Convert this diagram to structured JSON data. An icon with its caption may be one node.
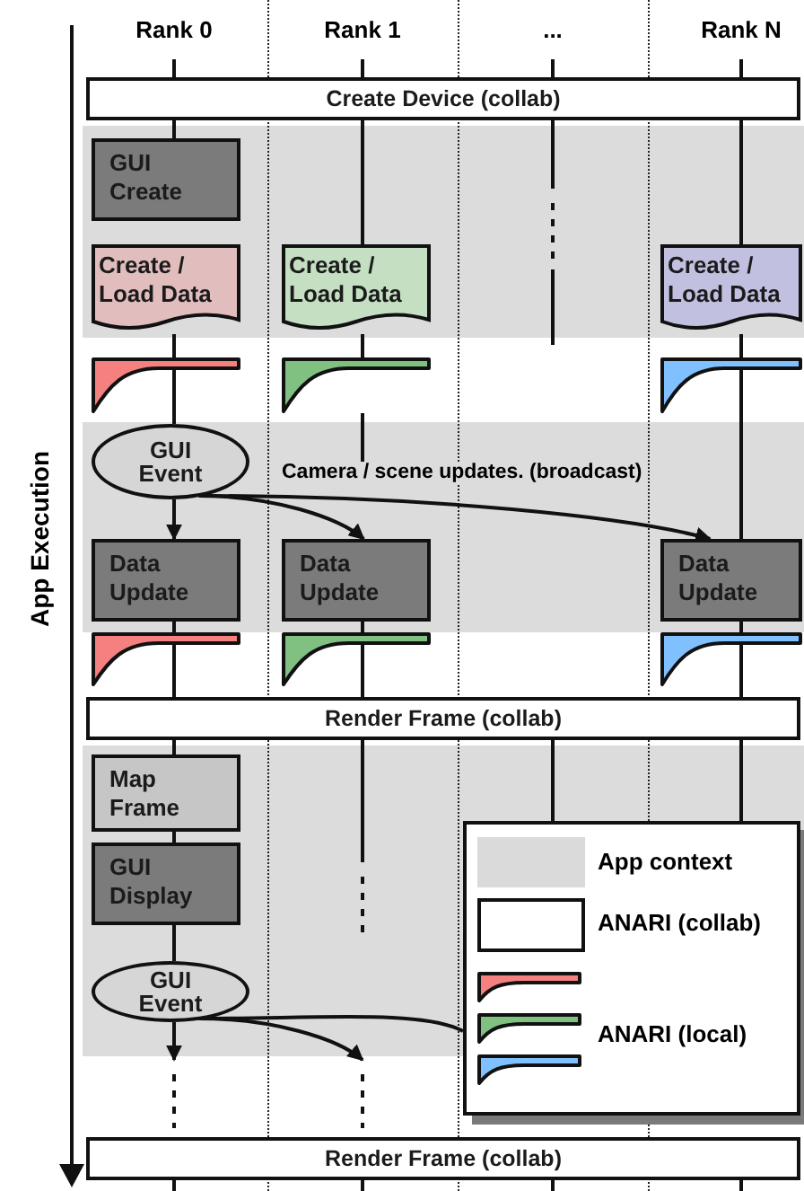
{
  "diagram": {
    "nodes": [
      {
        "text": [
          "Create Device (collab)"
        ]
      },
      {
        "text": [
          "GUI Create"
        ]
      },
      {
        "text": [
          "Create / Load Data"
        ]
      },
      {
        "text": [
          "Create / Load Data"
        ]
      },
      {
        "text": [
          "Create / Load Data"
        ]
      },
      {
        "text": [],
        "shape": "wedge"
      },
      {
        "text": [],
        "shape": "wedge"
      },
      {
        "text": [],
        "shape": "wedge"
      },
      {
        "text": [
          "GUI Event"
        ]
      },
      {
        "text": [
          "Data Update"
        ]
      },
      {
        "text": [
          "Data Update"
        ]
      },
      {
        "text": [
          "Data Update"
        ]
      },
      {
        "text": [],
        "shape": "wedge"
      },
      {
        "text": [],
        "shape": "wedge"
      },
      {
        "text": [],
        "shape": "wedge"
      },
      {
        "text": [
          "Render Frame (collab)"
        ]
      },
      {
        "text": [
          "Map Frame"
        ]
      },
      {
        "text": [
          "GUI Display"
        ]
      },
      {
        "text": [
          "GUI Event"
        ]
      },
      {
        "text": [
          "Render Frame (collab)"
        ]
      }
    ],
    "edges": [
      {
        "from": 0,
        "to": 1,
        "arrow": "none"
      },
      {
        "from": 0,
        "to": 3,
        "arrow": "none"
      },
      {
        "from": 0,
        "to": 4,
        "arrow": "none"
      },
      {
        "from": 2,
        "to": 5,
        "arrow": "none"
      },
      {
        "from": 3,
        "to": 6,
        "arrow": "none"
      },
      {
        "from": 4,
        "to": 7,
        "arrow": "none"
      },
      {
        "from": 5,
        "to": 8,
        "arrow": "none"
      },
      {
        "from": 7,
        "to": 11,
        "arrow": "none"
      },
      {
        "from": 8,
        "to": 9,
        "arrow": "to"
      },
      {
        "from": 8,
        "to": 10,
        "arrow": "to"
      },
      {
        "from": 8,
        "to": 11,
        "arrow": "to",
        "label": "Camera / scene updates. (broadcast)"
      },
      {
        "from": 9,
        "to": 12,
        "arrow": "none"
      },
      {
        "from": 10,
        "to": 13,
        "arrow": "none"
      },
      {
        "from": 11,
        "to": 14,
        "arrow": "none"
      },
      {
        "from": 12,
        "to": 15,
        "arrow": "none"
      },
      {
        "from": 13,
        "to": 15,
        "arrow": "none"
      },
      {
        "from": 14,
        "to": 15,
        "arrow": "none"
      },
      {
        "from": 15,
        "to": 16,
        "arrow": "none"
      },
      {
        "from": 16,
        "to": 17,
        "arrow": "none"
      },
      {
        "from": 17,
        "to": 18,
        "arrow": "none"
      },
      {
        "from": 18,
        "to": null,
        "arrow": "to"
      },
      {
        "from": 18,
        "to": null,
        "arrow": "to"
      },
      {
        "from": 18,
        "to": null,
        "arrow": "none"
      }
    ],
    "labels": [
      "Rank 0",
      "Rank 1",
      "...",
      "Rank N",
      "App Execution"
    ],
    "legend": [
      {
        "text": "App context",
        "color": "#dadada"
      },
      {
        "text": "ANARI (collab)",
        "color": "#ffffff"
      },
      {
        "text": "ANARI (local)"
      }
    ]
  }
}
